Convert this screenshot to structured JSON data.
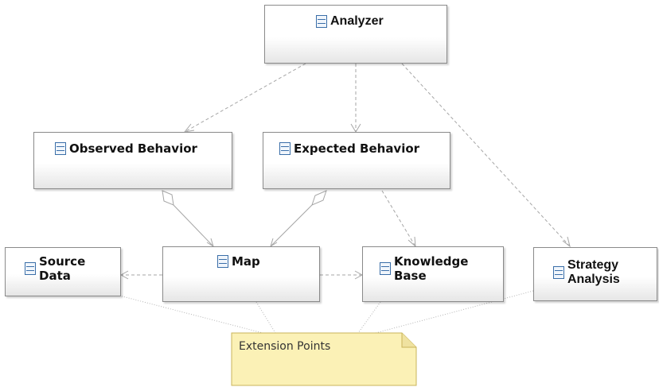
{
  "nodes": {
    "analyzer": "Analyzer",
    "observed_behavior": "Observed Behavior",
    "expected_behavior": "Expected Behavior",
    "source_data": [
      "Source",
      "Data"
    ],
    "map": "Map",
    "knowledge_base": [
      "Knowledge",
      "Base"
    ],
    "strategy_analysis": [
      "Strategy",
      "Analysis"
    ]
  },
  "note": {
    "text": "Extension Points"
  },
  "colors": {
    "box_border": "#8a8a8a",
    "icon": "#3a6ea8",
    "note_fill": "#fbf1b6",
    "note_border": "#c9b45a",
    "edge": "#a0a0a0"
  }
}
